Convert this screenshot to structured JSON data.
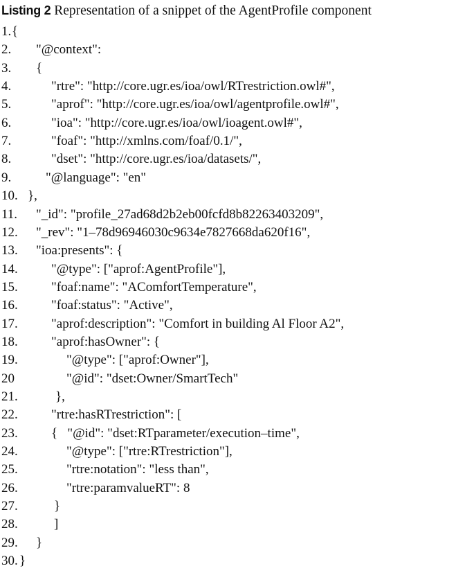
{
  "listing": {
    "label": "Listing 2",
    "title": "Representation of a snippet of the AgentProfile component"
  },
  "lines": [
    {
      "num": "1.",
      "text": "{"
    },
    {
      "num": "2.",
      "text": "\"@context\":"
    },
    {
      "num": "3.",
      "text": "{"
    },
    {
      "num": "4.",
      "text": "\"rtre\": \"http://core.ugr.es/ioa/owl/RTrestriction.owl#\","
    },
    {
      "num": "5.",
      "text": "\"aprof\": \"http://core.ugr.es/ioa/owl/agentprofile.owl#\","
    },
    {
      "num": "6.",
      "text": "\"ioa\": \"http://core.ugr.es/ioa/owl/ioagent.owl#\","
    },
    {
      "num": "7.",
      "text": "\"foaf\": \"http://xmlns.com/foaf/0.1/\","
    },
    {
      "num": "8.",
      "text": "\"dset\": \"http://core.ugr.es/ioa/datasets/\","
    },
    {
      "num": "9.",
      "text": "\"@language\": \"en\""
    },
    {
      "num": "10.",
      "text": "},"
    },
    {
      "num": "11.",
      "text": "\"_id\": \"profile_27ad68d2b2eb00fcfd8b82263403209\","
    },
    {
      "num": "12.",
      "text": "\"_rev\": \"1–78d96946030c9634e7827668da620f16\","
    },
    {
      "num": "13.",
      "text": "\"ioa:presents\": {"
    },
    {
      "num": "14.",
      "text": "\"@type\": [\"aprof:AgentProfile\"],"
    },
    {
      "num": "15.",
      "text": "\"foaf:name\": \"AComfortTemperature\","
    },
    {
      "num": "16.",
      "text": "\"foaf:status\": \"Active\","
    },
    {
      "num": "17.",
      "text": "\"aprof:description\": \"Comfort in building Al Floor A2\","
    },
    {
      "num": "18.",
      "text": "\"aprof:hasOwner\": {"
    },
    {
      "num": "19.",
      "text": "\"@type\": [\"aprof:Owner\"],"
    },
    {
      "num": "20",
      "text": "\"@id\": \"dset:Owner/SmartTech\""
    },
    {
      "num": "21.",
      "text": "},"
    },
    {
      "num": "22.",
      "text": "\"rtre:hasRTrestriction\": ["
    },
    {
      "num": "23.",
      "text": "{   \"@id\": \"dset:RTparameter/execution–time\","
    },
    {
      "num": "24.",
      "text": "\"@type\": [\"rtre:RTrestriction\"],"
    },
    {
      "num": "25.",
      "text": "\"rtre:notation\": \"less than\","
    },
    {
      "num": "26.",
      "text": "\"rtre:paramvalueRT\": 8"
    },
    {
      "num": "27.",
      "text": "}"
    },
    {
      "num": "28.",
      "text": "]"
    },
    {
      "num": "29.",
      "text": "}"
    },
    {
      "num": "30.",
      "text": "}"
    }
  ]
}
